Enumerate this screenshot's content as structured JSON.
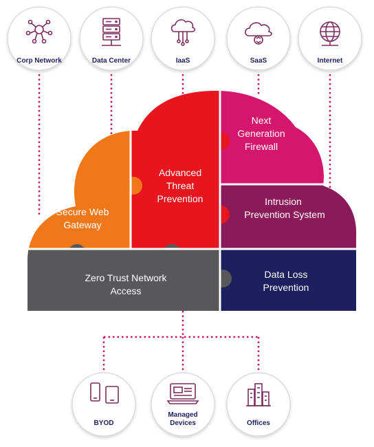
{
  "top_nodes": [
    {
      "label": "Corp Network",
      "icon": "network-hub-icon"
    },
    {
      "label": "Data Center",
      "icon": "server-rack-icon"
    },
    {
      "label": "IaaS",
      "icon": "cloud-circuit-icon"
    },
    {
      "label": "SaaS",
      "icon": "cloud-sync-icon"
    },
    {
      "label": "Internet",
      "icon": "globe-icon"
    }
  ],
  "bottom_nodes": [
    {
      "label": "BYOD",
      "icon": "mobile-tablet-icon"
    },
    {
      "label_line1": "Managed",
      "label_line2": "Devices",
      "icon": "laptop-icon"
    },
    {
      "label": "Offices",
      "icon": "buildings-icon"
    }
  ],
  "segments": {
    "swg": {
      "line1": "Secure Web",
      "line2": "Gateway",
      "color": "#F07819"
    },
    "atp": {
      "line1": "Advanced",
      "line2": "Threat",
      "line3": "Prevention",
      "color": "#E8141E"
    },
    "ngfw": {
      "line1": "Next",
      "line2": "Generation",
      "line3": "Firewall",
      "color": "#D4166E"
    },
    "ips": {
      "line1": "Intrusion",
      "line2": "Prevention System",
      "color": "#8B1A5A"
    },
    "ztna": {
      "line1": "Zero Trust Network",
      "line2": "Access",
      "color": "#58585B"
    },
    "dlp": {
      "line1": "Data Loss",
      "line2": "Prevention",
      "color": "#1E1F5E"
    }
  },
  "colors": {
    "connector": "#C2185B",
    "circle_border": "#D6D6DE",
    "icon": "#7B2C5F",
    "label": "#1E1F5E"
  }
}
